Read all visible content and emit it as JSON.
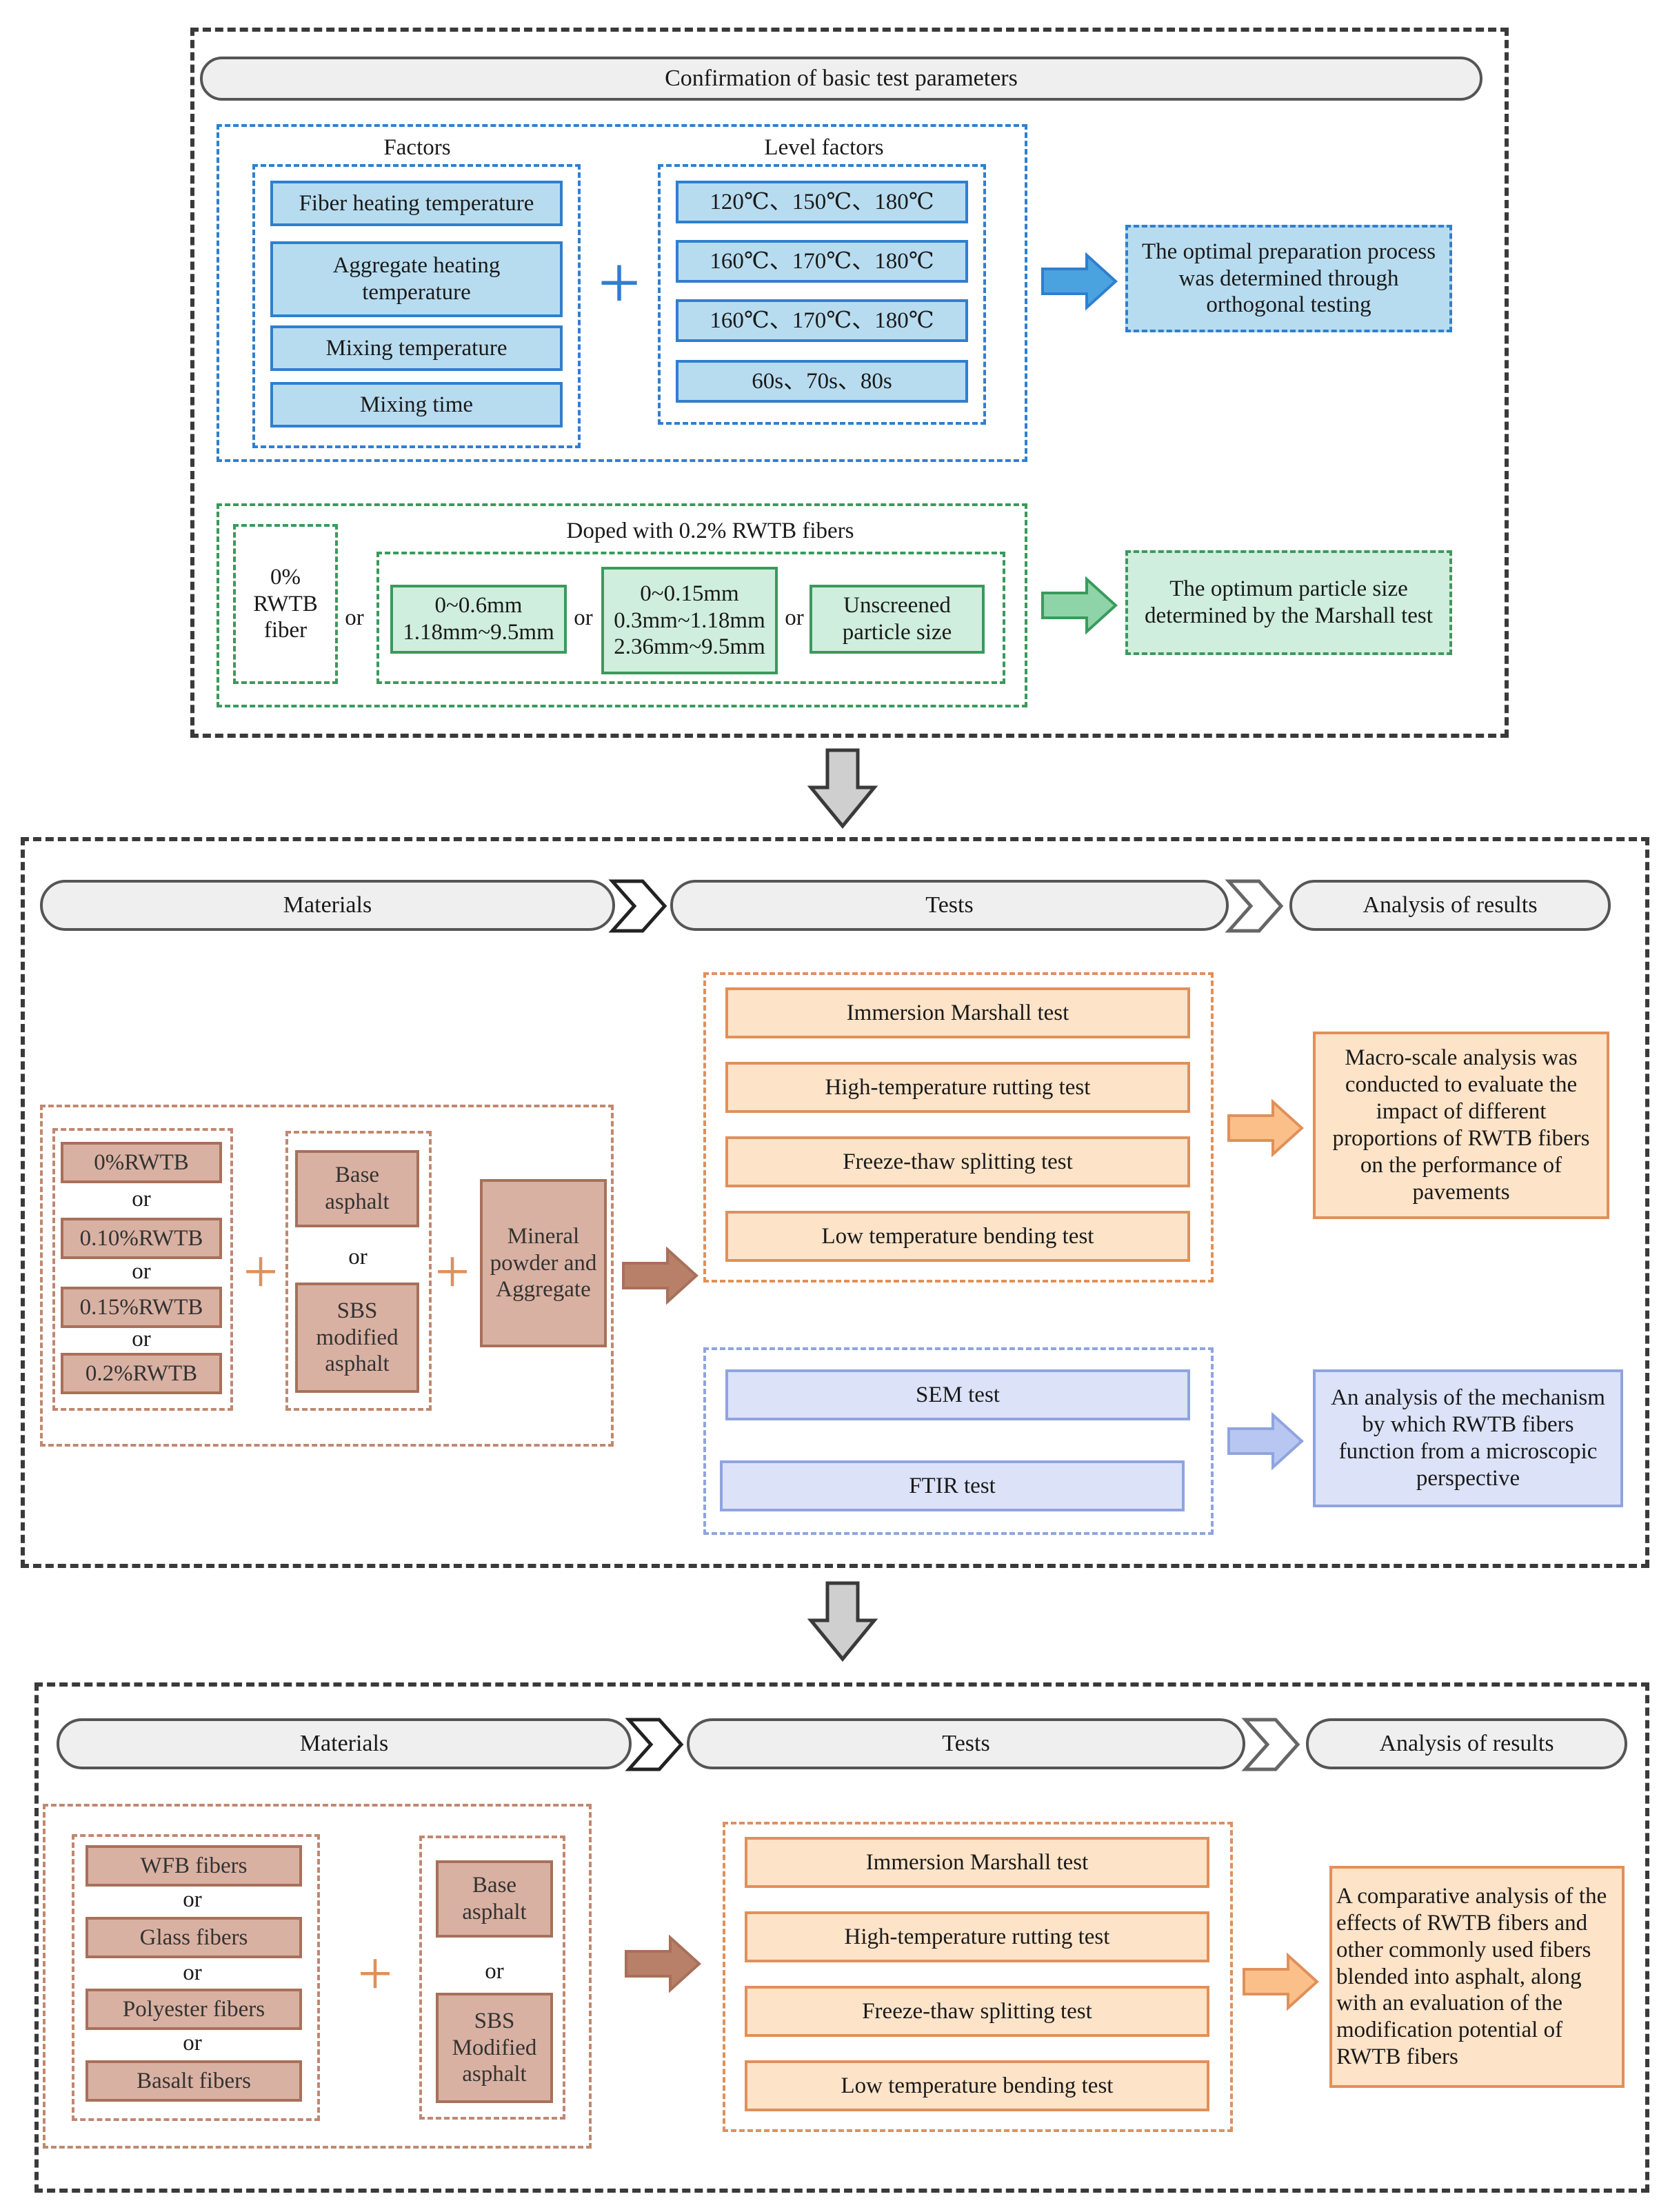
{
  "section1": {
    "header": "Confirmation of basic test parameters",
    "factors_title": "Factors",
    "factors": [
      "Fiber heating temperature",
      "Aggregate heating temperature",
      "Mixing temperature",
      "Mixing time"
    ],
    "level_title": "Level factors",
    "levels": [
      "120℃、150℃、180℃",
      "160℃、170℃、180℃",
      "160℃、170℃、180℃",
      "60s、70s、80s"
    ],
    "orthogonal_result": "The optimal preparation process was determined through orthogonal testing",
    "zero_fiber": "0% RWTB fiber",
    "doped_title": "Doped with 0.2% RWTB fibers",
    "sizes": [
      "0~0.6mm 1.18mm~9.5mm",
      "0~0.15mm 0.3mm~1.18mm 2.36mm~9.5mm",
      "Unscreened particle size"
    ],
    "or": "or",
    "marshall_result": "The optimum particle size determined by the Marshall test"
  },
  "section2": {
    "materials_label": "Materials",
    "tests_label": "Tests",
    "analysis_label": "Analysis of results",
    "fibers": [
      "0%RWTB",
      "0.10%RWTB",
      "0.15%RWTB",
      "0.2%RWTB"
    ],
    "asphalts": [
      "Base asphalt",
      "SBS modified asphalt"
    ],
    "mineral": "Mineral powder and Aggregate",
    "or": "or",
    "macro_tests": [
      "Immersion Marshall test",
      "High-temperature rutting test",
      "Freeze-thaw splitting test",
      "Low temperature bending test"
    ],
    "micro_tests": [
      "SEM test",
      "FTIR test"
    ],
    "macro_result": "Macro-scale analysis was conducted to evaluate the impact of different proportions of RWTB fibers on the performance of pavements",
    "micro_result": "An analysis of the mechanism by which RWTB fibers function from a microscopic perspective"
  },
  "section3": {
    "materials_label": "Materials",
    "tests_label": "Tests",
    "analysis_label": "Analysis of results",
    "fibers": [
      "WFB fibers",
      "Glass fibers",
      "Polyester fibers",
      "Basalt fibers"
    ],
    "asphalts": [
      "Base asphalt",
      "SBS Modified asphalt"
    ],
    "or": "or",
    "tests": [
      "Immersion Marshall test",
      "High-temperature rutting test",
      "Freeze-thaw splitting test",
      "Low temperature bending test"
    ],
    "result": "A comparative analysis of the effects of RWTB fibers and other commonly used fibers blended into asphalt, along with an evaluation of the modification potential of RWTB fibers"
  },
  "colors": {
    "blue": "#2f7fd0",
    "green": "#3a9a5c",
    "orange": "#e0905a",
    "brown": "#a8705a",
    "purple": "#8fa4e0"
  }
}
